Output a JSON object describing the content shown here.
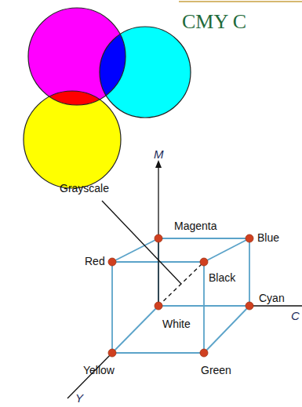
{
  "diagram": {
    "title": "CMY C",
    "labels": [
      "M",
      "Grayscale",
      "Magenta",
      "Blue",
      "Red",
      "Black",
      "Cyan",
      "White",
      "Yellow",
      "Green",
      "C",
      "Y"
    ]
  }
}
